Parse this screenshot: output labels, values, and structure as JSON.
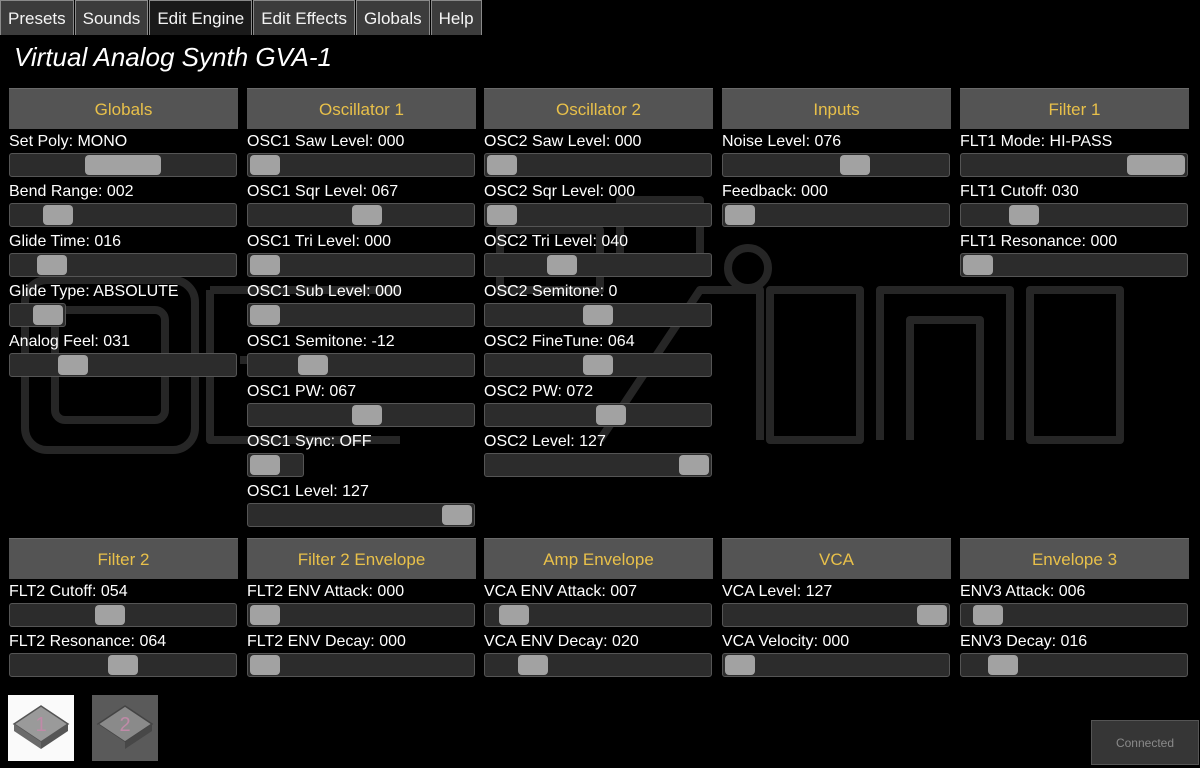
{
  "tabs": [
    "Presets",
    "Sounds",
    "Edit Engine",
    "Edit Effects",
    "Globals",
    "Help"
  ],
  "active_tab": "Edit Engine",
  "title": "Virtual Analog Synth GVA-1",
  "sections": {
    "globals": {
      "header": "Globals",
      "params": [
        {
          "label": "Set Poly: MONO",
          "value": 0.5
        },
        {
          "label": "Bend Range: 002",
          "value": 0.16
        },
        {
          "label": "Glide Time: 016",
          "value": 0.13
        },
        {
          "label": "Glide Type: ABSOLUTE",
          "value": 1.0
        },
        {
          "label": "Analog Feel: 031",
          "value": 0.24
        }
      ]
    },
    "osc1": {
      "header": "Oscillator 1",
      "params": [
        {
          "label": "OSC1 Saw Level: 000",
          "value": 0.0
        },
        {
          "label": "OSC1 Sqr Level: 067",
          "value": 0.53
        },
        {
          "label": "OSC1 Tri Level: 000",
          "value": 0.0
        },
        {
          "label": "OSC1 Sub Level: 000",
          "value": 0.0
        },
        {
          "label": "OSC1 Semitone: -12",
          "value": 0.25
        },
        {
          "label": "OSC1 PW: 067",
          "value": 0.53
        },
        {
          "label": "OSC1 Sync: OFF",
          "value": 0.0
        },
        {
          "label": "OSC1 Level: 127",
          "value": 1.0
        }
      ]
    },
    "osc2": {
      "header": "Oscillator 2",
      "params": [
        {
          "label": "OSC2 Saw Level: 000",
          "value": 0.0
        },
        {
          "label": "OSC2 Sqr Level: 000",
          "value": 0.0
        },
        {
          "label": "OSC2 Tri Level: 040",
          "value": 0.31
        },
        {
          "label": "OSC2 Semitone: 0",
          "value": 0.5
        },
        {
          "label": "OSC2 FineTune: 064",
          "value": 0.5
        },
        {
          "label": "OSC2 PW: 072",
          "value": 0.57
        },
        {
          "label": "OSC2 Level: 127",
          "value": 1.0
        }
      ]
    },
    "inputs": {
      "header": "Inputs",
      "params": [
        {
          "label": "Noise Level: 076",
          "value": 0.6
        },
        {
          "label": "Feedback: 000",
          "value": 0.0
        }
      ]
    },
    "filter1": {
      "header": "Filter 1",
      "params": [
        {
          "label": "FLT1 Mode: HI-PASS",
          "value": 1.0
        },
        {
          "label": "FLT1 Cutoff: 030",
          "value": 0.24
        },
        {
          "label": "FLT1 Resonance: 000",
          "value": 0.0
        }
      ]
    },
    "filter2": {
      "header": "Filter 2",
      "params": [
        {
          "label": "FLT2 Cutoff: 054",
          "value": 0.43
        },
        {
          "label": "FLT2 Resonance: 064",
          "value": 0.5
        }
      ]
    },
    "filter2_env": {
      "header": "Filter 2 Envelope",
      "params": [
        {
          "label": "FLT2 ENV Attack: 000",
          "value": 0.0
        },
        {
          "label": "FLT2 ENV Decay: 000",
          "value": 0.0
        }
      ]
    },
    "amp_env": {
      "header": "Amp Envelope",
      "params": [
        {
          "label": "VCA ENV Attack: 007",
          "value": 0.06
        },
        {
          "label": "VCA ENV Decay: 020",
          "value": 0.16
        }
      ]
    },
    "vca": {
      "header": "VCA",
      "params": [
        {
          "label": "VCA Level: 127",
          "value": 1.0
        },
        {
          "label": "VCA Velocity: 000",
          "value": 0.0
        }
      ]
    },
    "env3": {
      "header": "Envelope 3",
      "params": [
        {
          "label": "ENV3 Attack: 006",
          "value": 0.05
        },
        {
          "label": "ENV3 Decay: 016",
          "value": 0.13
        }
      ]
    }
  },
  "engines": [
    {
      "label": "1",
      "selected": true
    },
    {
      "label": "2",
      "selected": false
    }
  ],
  "status": "Connected",
  "colors": {
    "header_bg": "#545454",
    "header_text": "#e8c04a",
    "track": "#2c2c2c",
    "thumb": "#a2a2a2"
  }
}
